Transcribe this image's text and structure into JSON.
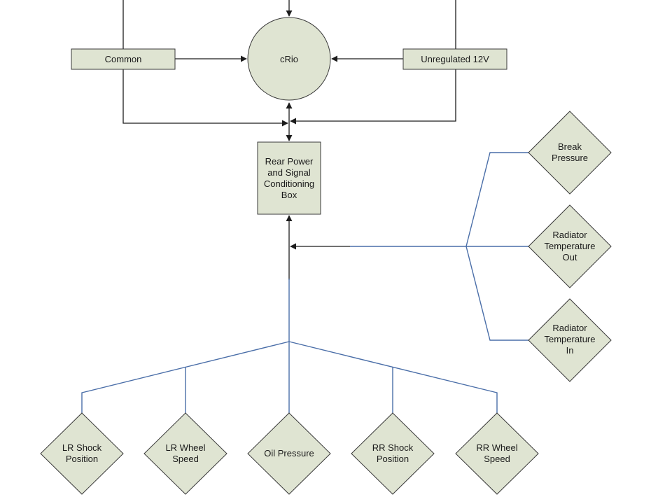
{
  "nodes": {
    "crio": "cRio",
    "common": "Common",
    "unregulated": "Unregulated 12V",
    "rear_box": [
      "Rear Power",
      "and Signal",
      "Conditioning",
      "Box"
    ],
    "break_pressure": [
      "Break",
      "Pressure"
    ],
    "radiator_out": [
      "Radiator",
      "Temperature",
      "Out"
    ],
    "radiator_in": [
      "Radiator",
      "Temperature",
      "In"
    ],
    "lr_shock": [
      "LR Shock",
      "Position"
    ],
    "lr_wheel": [
      "LR Wheel",
      "Speed"
    ],
    "oil_pressure": "Oil Pressure",
    "rr_shock": [
      "RR Shock",
      "Position"
    ],
    "rr_wheel": [
      "RR Wheel",
      "Speed"
    ]
  },
  "colors": {
    "node_fill": "#dfe4d2",
    "node_stroke": "#3a3a3a",
    "power_wire": "#1c1c1c",
    "signal_wire": "#4a6ea8"
  }
}
